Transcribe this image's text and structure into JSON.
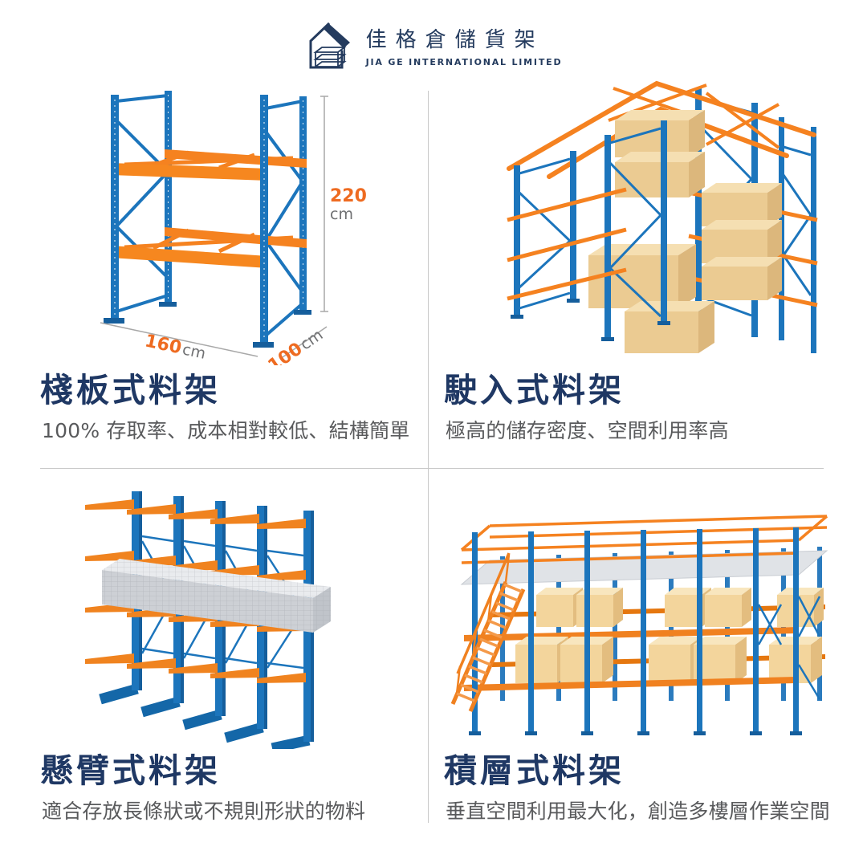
{
  "brand": {
    "name_zh": "佳格倉儲貨架",
    "name_en": "JIA GE INTERNATIONAL LIMITED"
  },
  "palette": {
    "navy": "#1F3864",
    "blue": "#1C75BC",
    "blue_dark": "#155E9C",
    "orange": "#F58220",
    "orange_dark": "#E06C10",
    "dim_orange": "#EE6B21",
    "text_gray": "#595A5C",
    "divider_gray": "#C9C9C9",
    "box_tan": "#EBCB92",
    "floor_gray": "#DFE2E6"
  },
  "sections": [
    {
      "id": "pallet",
      "title": "棧板式料架",
      "description": "100% 存取率、成本相對較低、結構簡單"
    },
    {
      "id": "drive-in",
      "title": "駛入式料架",
      "description": "極高的儲存密度、空間利用率高"
    },
    {
      "id": "cantilever",
      "title": "懸臂式料架",
      "description": "適合存放長條狀或不規則形狀的物料"
    },
    {
      "id": "mezzanine",
      "title": "積層式料架",
      "description": "垂直空間利用最大化，創造多樓層作業空間"
    }
  ],
  "dimensions": {
    "height_value": "220",
    "height_unit": "cm",
    "width_value": "160",
    "width_unit": "cm",
    "depth_value": "100",
    "depth_unit": "cm"
  }
}
